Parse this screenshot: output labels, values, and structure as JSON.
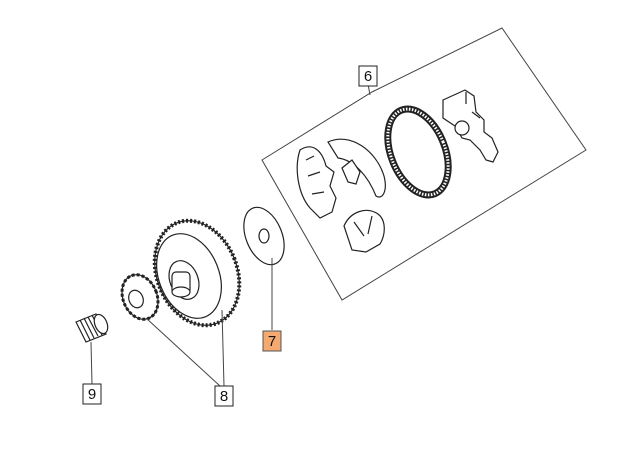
{
  "diagram": {
    "callouts": {
      "c6": "6",
      "c7": "7",
      "c8": "8",
      "c9": "9"
    },
    "highlight_color": "#f4a971"
  }
}
